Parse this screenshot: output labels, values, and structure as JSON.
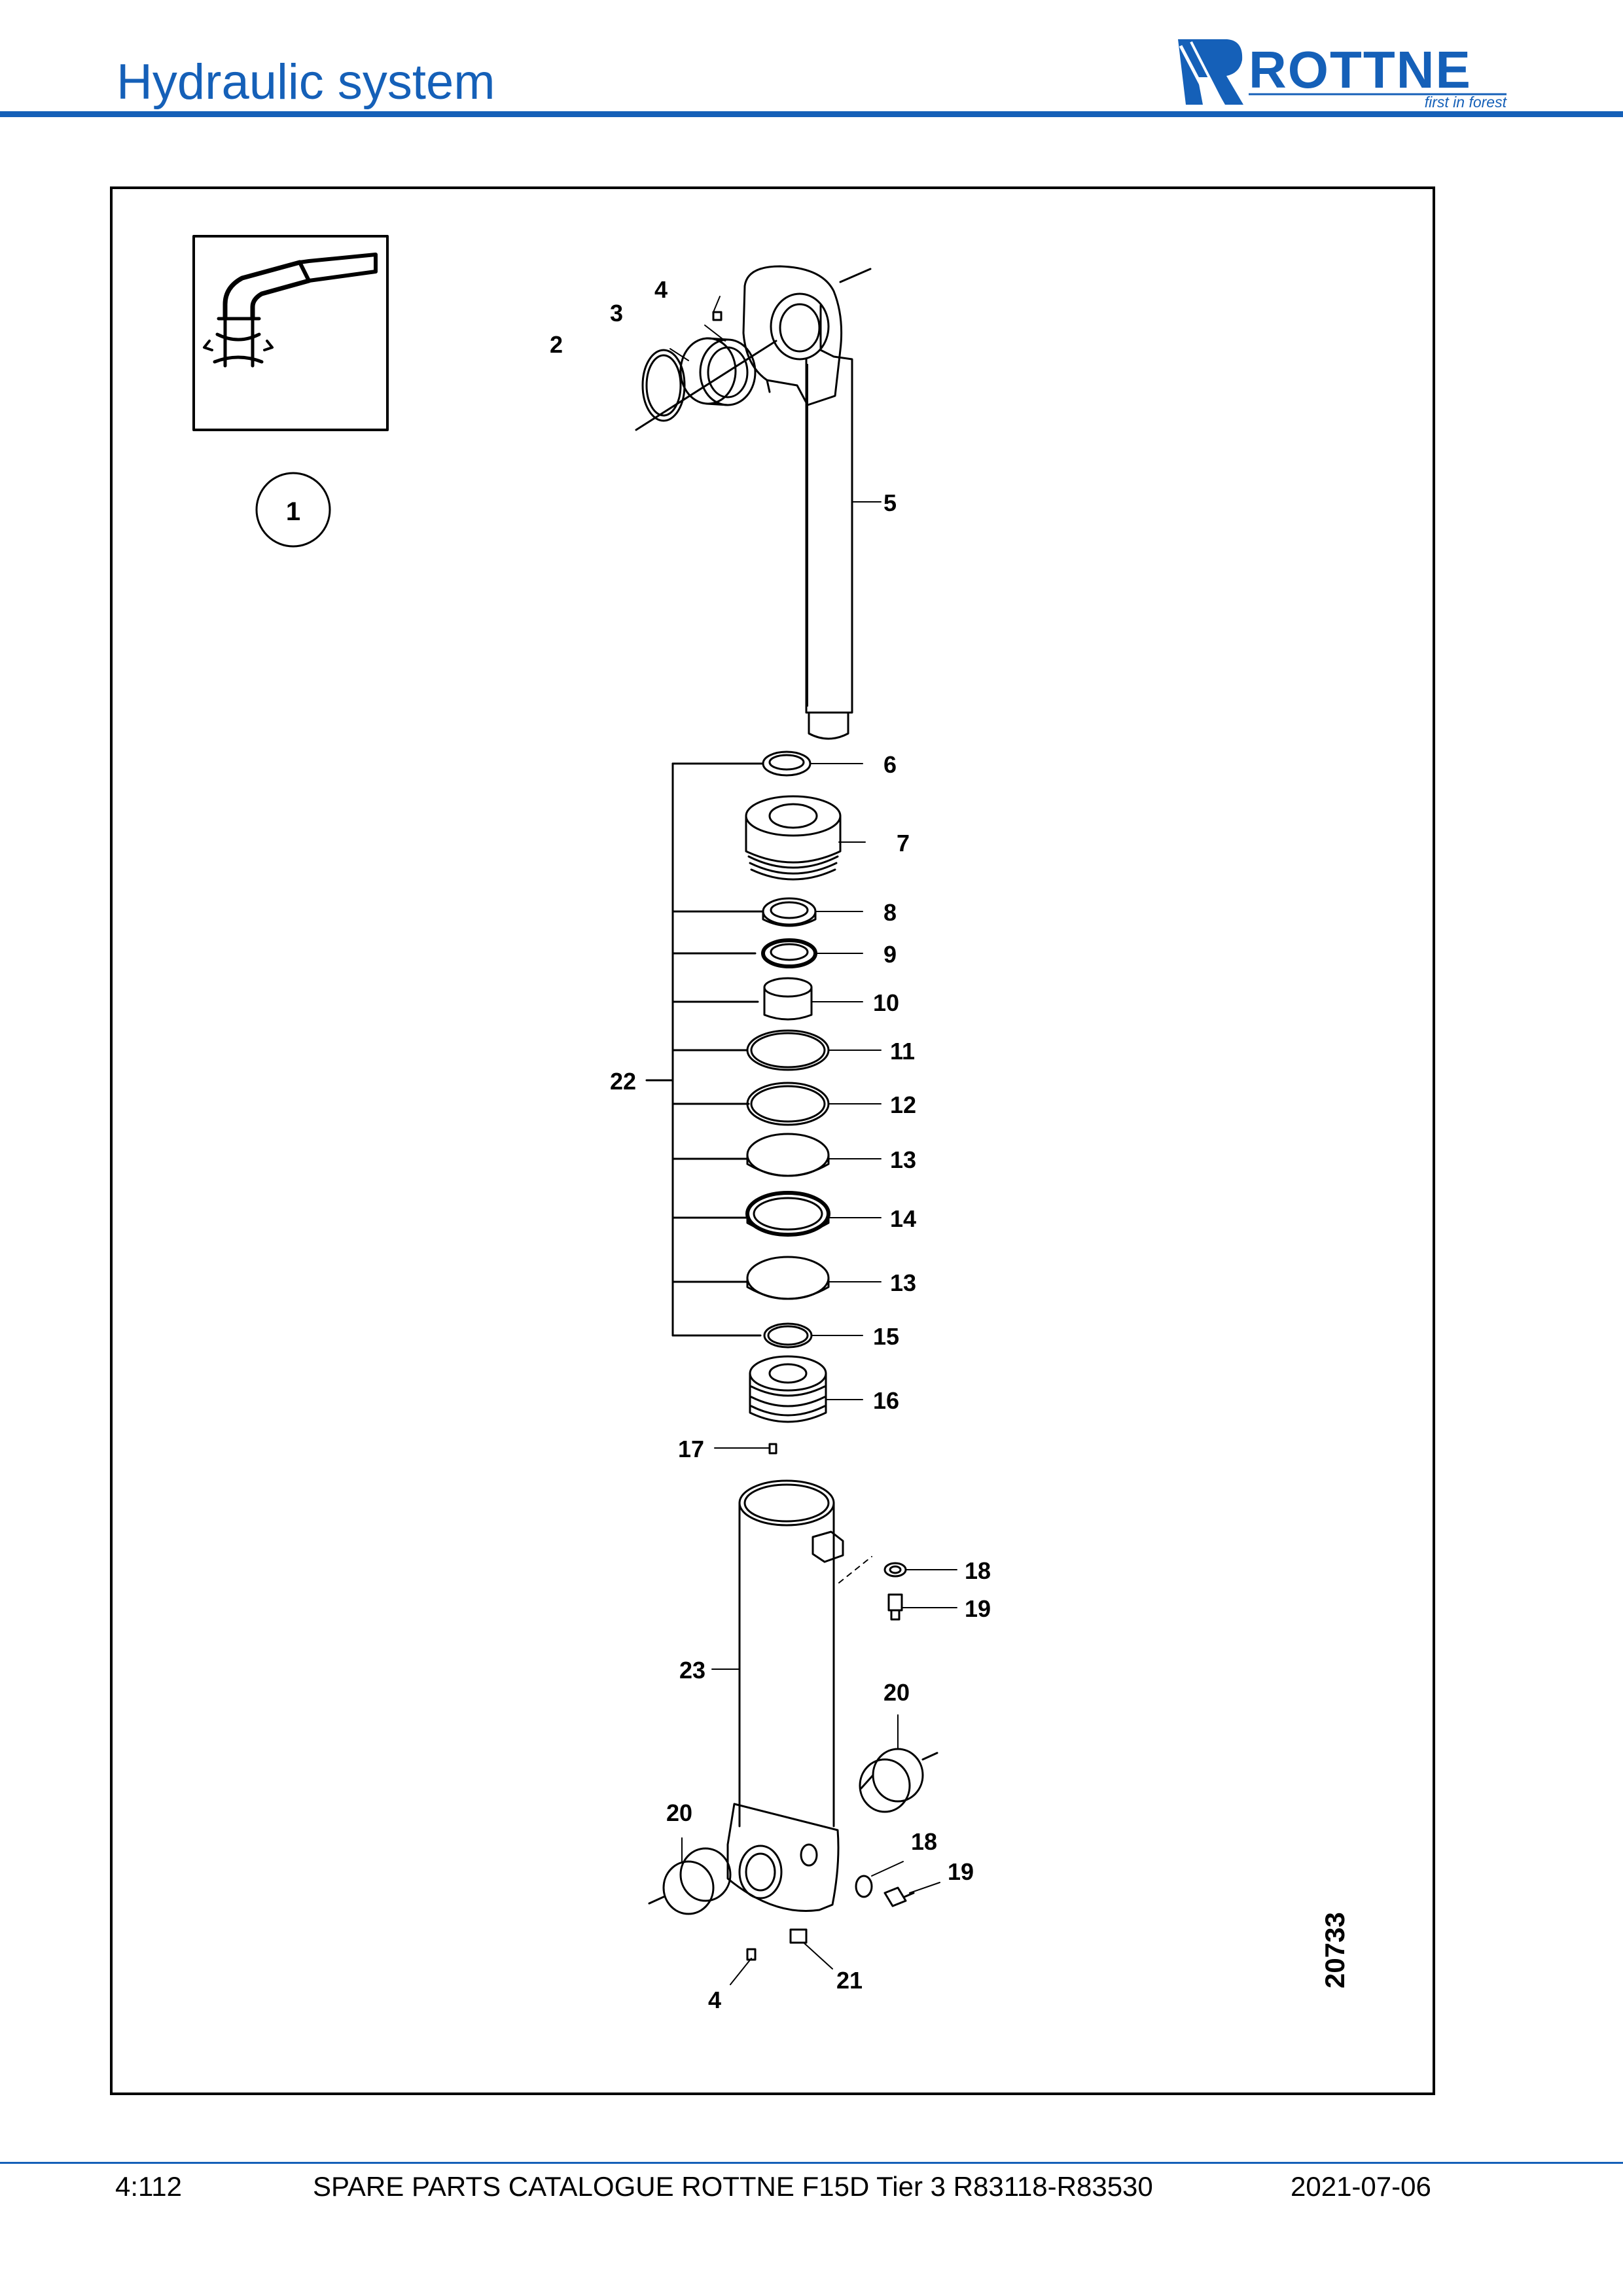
{
  "header": {
    "title": "Hydraulic system",
    "logo": {
      "brand": "ROTTNE",
      "tagline": "first in forest"
    }
  },
  "diagram": {
    "drawing_number": "20733",
    "callout_badge": "1",
    "labels": {
      "l2": "2",
      "l3": "3",
      "l4a": "4",
      "l5": "5",
      "l6": "6",
      "l7": "7",
      "l8": "8",
      "l9": "9",
      "l10": "10",
      "l11": "11",
      "l12": "12",
      "l13a": "13",
      "l14": "14",
      "l13b": "13",
      "l15": "15",
      "l16": "16",
      "l17": "17",
      "l18a": "18",
      "l19a": "19",
      "l22": "22",
      "l23": "23",
      "l20a": "20",
      "l20b": "20",
      "l18b": "18",
      "l19b": "19",
      "l4b": "4",
      "l21": "21"
    }
  },
  "footer": {
    "page": "4:112",
    "catalogue": "SPARE PARTS CATALOGUE ROTTNE F15D Tier 3 R83118-R83530",
    "date": "2021-07-06"
  },
  "colors": {
    "accent": "#1560b8",
    "line": "#000000"
  }
}
